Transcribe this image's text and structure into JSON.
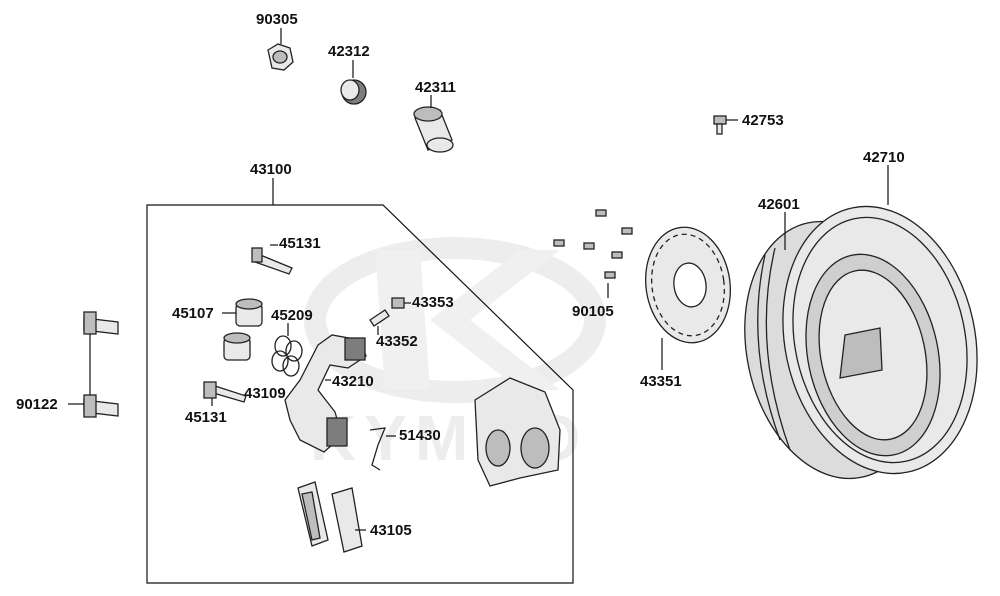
{
  "watermark": {
    "text": "KYMCO",
    "color": "#e6e6e6"
  },
  "labels": {
    "p90305": "90305",
    "p42312": "42312",
    "p42311": "42311",
    "p43100": "43100",
    "p42753": "42753",
    "p42710": "42710",
    "p42601": "42601",
    "p45131a": "45131",
    "p45107": "45107",
    "p45209": "45209",
    "p43353": "43353",
    "p43352": "43352",
    "p90105": "90105",
    "p90122": "90122",
    "p43109": "43109",
    "p43210": "43210",
    "p45131b": "45131",
    "p43351": "43351",
    "p51430": "51430",
    "p43105": "43105"
  }
}
